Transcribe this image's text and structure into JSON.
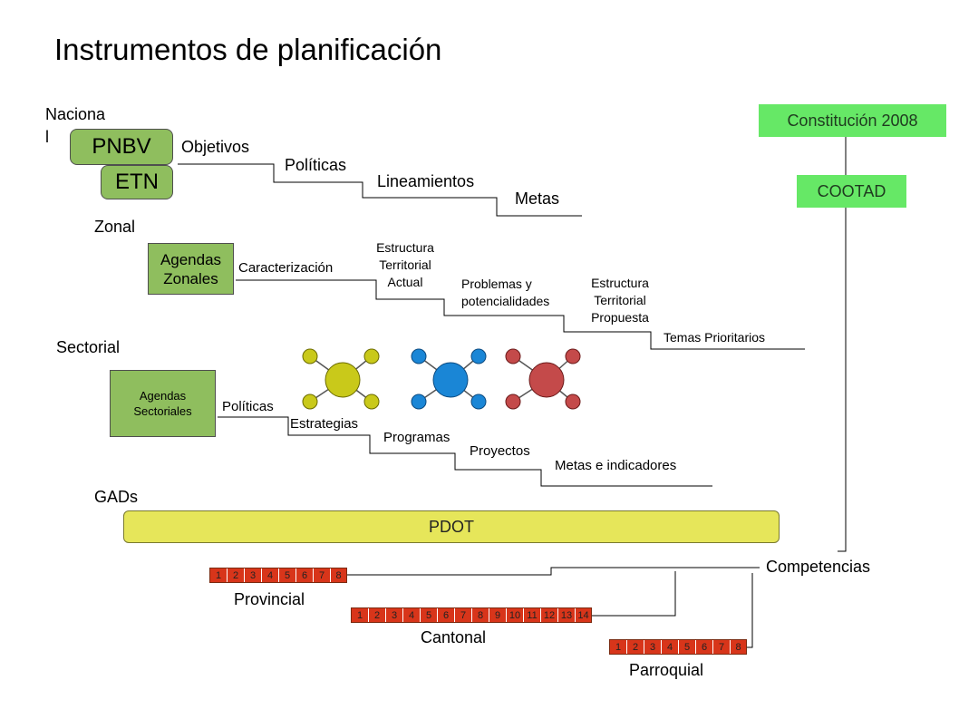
{
  "title": "Instrumentos de planificación",
  "nacional": {
    "label": "Naciona\nl",
    "pnbv": "PNBV",
    "etn": "ETN",
    "steps": [
      "Objetivos",
      "Políticas",
      "Lineamientos",
      "Metas"
    ]
  },
  "zonal": {
    "label": "Zonal",
    "box": "Agendas\nZonales",
    "steps": [
      "Caracterización",
      "Estructura\nTerritorial\nActual",
      "Problemas y\npotencialidades",
      "Estructura\nTerritorial\nPropuesta",
      "Temas Prioritarios"
    ]
  },
  "sectorial": {
    "label": "Sectorial",
    "box": "Agendas\nSectoriales",
    "steps": [
      "Políticas",
      "Estrategias",
      "Programas",
      "Proyectos",
      "Metas e indicadores"
    ],
    "clusters": [
      {
        "color": "#c9c91a",
        "stroke": "#6b6b00"
      },
      {
        "color": "#1a86d6",
        "stroke": "#0b4a80"
      },
      {
        "color": "#c44a4a",
        "stroke": "#6b1a1a"
      }
    ]
  },
  "gads": {
    "label": "GADs",
    "pdot": "PDOT",
    "levels": [
      {
        "label": "Provincial",
        "numbers": [
          "1",
          "2",
          "3",
          "4",
          "5",
          "6",
          "7",
          "8"
        ]
      },
      {
        "label": "Cantonal",
        "numbers": [
          "1",
          "2",
          "3",
          "4",
          "5",
          "6",
          "7",
          "8",
          "9",
          "10",
          "11",
          "12",
          "13",
          "14"
        ]
      },
      {
        "label": "Parroquial",
        "numbers": [
          "1",
          "2",
          "3",
          "4",
          "5",
          "6",
          "7",
          "8"
        ]
      }
    ]
  },
  "legal": {
    "constitucion": "Constitución 2008",
    "cootad": "COOTAD",
    "competencias": "Competencias"
  },
  "colors": {
    "box_green": "#8fbe5e",
    "bright_green": "#66e866",
    "pdot_yellow": "#e6e65a",
    "number_red": "#d8351a"
  }
}
